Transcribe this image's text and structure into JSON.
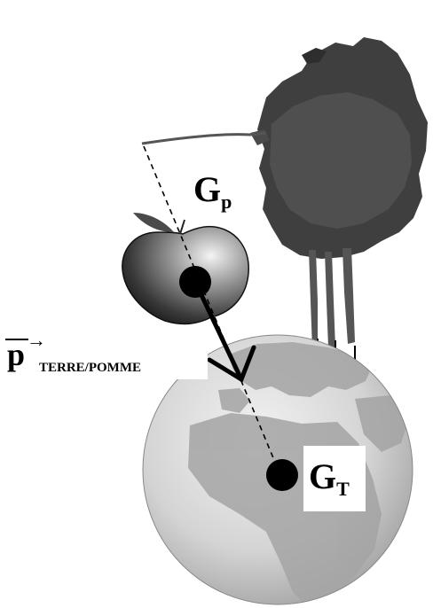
{
  "labels": {
    "apple_center": {
      "letter": "G",
      "subscript": "p"
    },
    "earth_center": {
      "letter": "G",
      "subscript": "T"
    },
    "force": {
      "symbol": "p",
      "arrow": "→",
      "subscript": "TERRE/POMME"
    }
  },
  "colors": {
    "tree_foliage": "#3f3f3f",
    "tree_trunk": "#555555",
    "globe_ocean": "#d2d2d2",
    "globe_land": "#9a9a9a",
    "apple": "#2a2a2a",
    "ink": "#000000"
  }
}
